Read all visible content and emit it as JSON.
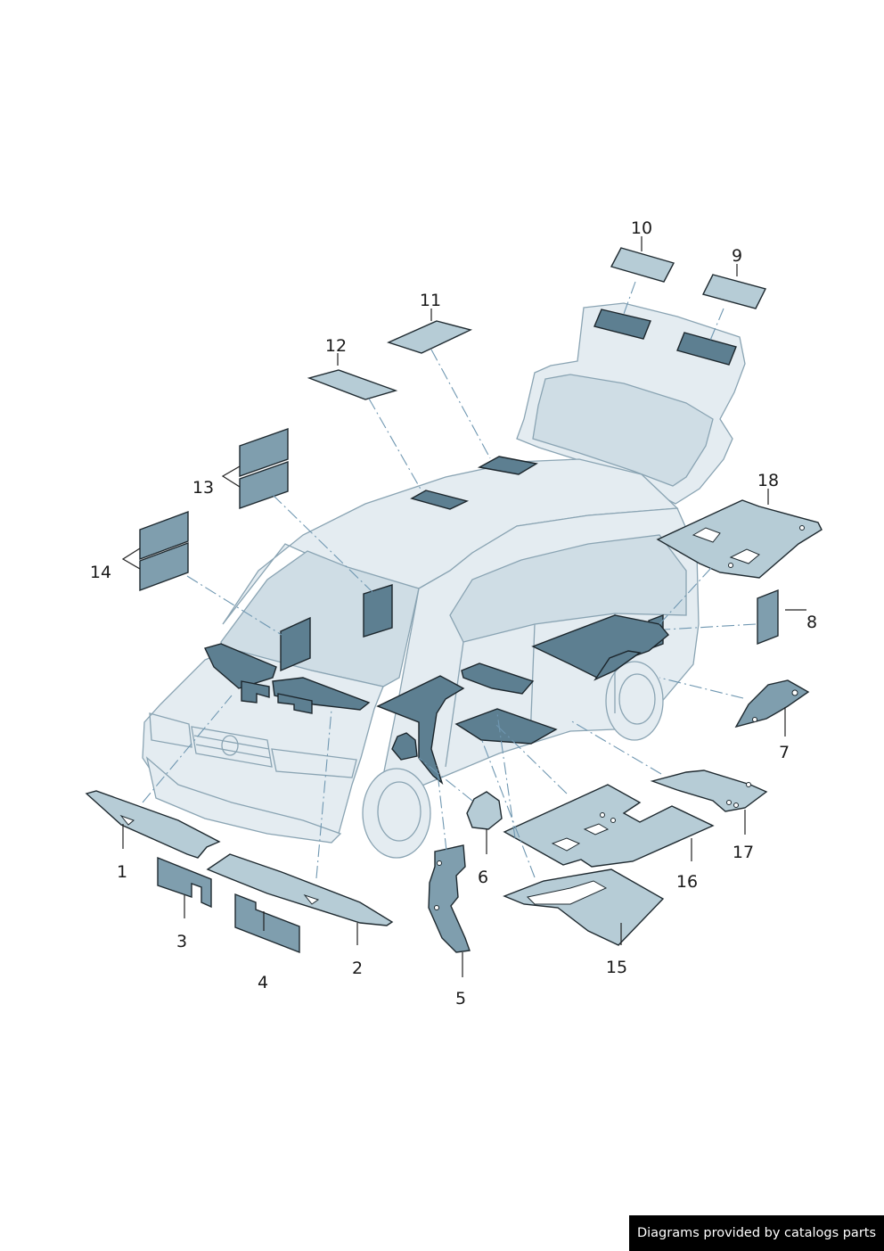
{
  "callouts": {
    "c1": "1",
    "c2": "2",
    "c3": "3",
    "c4": "4",
    "c5": "5",
    "c6": "6",
    "c7": "7",
    "c8": "8",
    "c9": "9",
    "c10": "10",
    "c11": "11",
    "c12": "12",
    "c13": "13",
    "c14": "14",
    "c15": "15",
    "c16": "16",
    "c17": "17",
    "c18": "18"
  },
  "footer": {
    "credit": "Diagrams provided by catalogs parts"
  },
  "colors": {
    "mat": "#7f9eae",
    "vehicle_body": "#e4ecf1",
    "leader_dash": "#6f97b1",
    "footer_bg": "#000000"
  }
}
